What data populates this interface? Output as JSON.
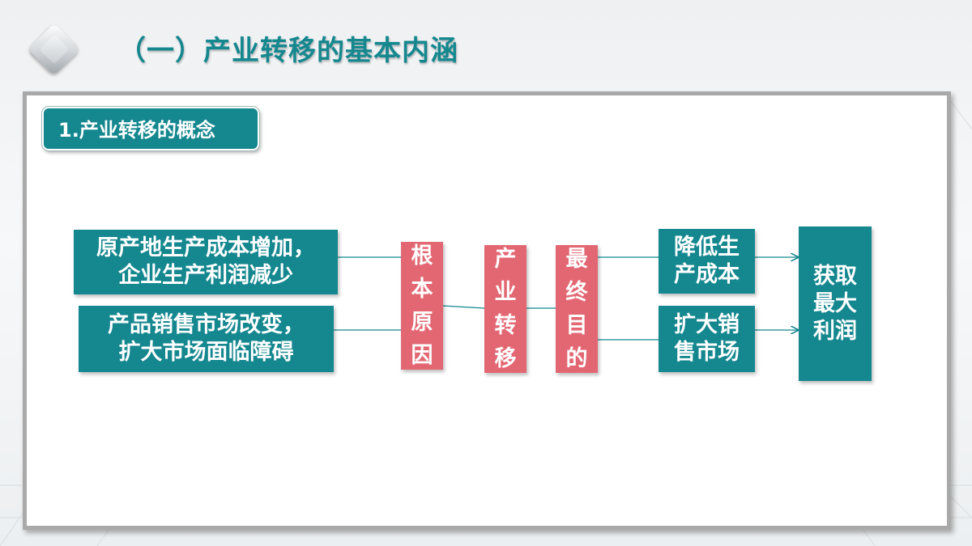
{
  "header": {
    "title": "（一）产业转移的基本内涵"
  },
  "section": {
    "label": "1.产业转移的概念"
  },
  "diagram": {
    "causes": [
      "原产地生产成本增加，\n企业生产利润减少",
      "产品销售市场改变，\n扩大市场面临障碍"
    ],
    "root_cause": "根\n本\n原\n因",
    "center": "产\n业\n转\n移",
    "final_goal": "最\n终\n目\n的",
    "effects": [
      "降低生\n产成本",
      "扩大销\n售市场"
    ],
    "result": "获取\n最大\n利润"
  },
  "colors": {
    "teal": "#14878f",
    "pink": "#e36773",
    "frame": "#a9a9a9"
  }
}
